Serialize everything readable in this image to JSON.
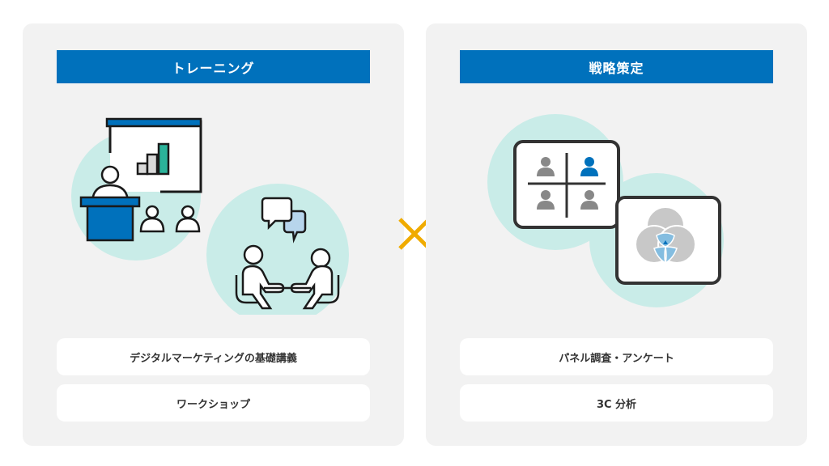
{
  "colors": {
    "panel_bg": "#f2f2f2",
    "title_bar": "#0071bc",
    "accent_circle": "#c9ece8",
    "multiply_sign": "#f0ab00",
    "teal_bar": "#2bb39a",
    "light_blue": "#84bde0"
  },
  "left_panel": {
    "title": "トレーニング",
    "illustrations": [
      "presentation-lecture-icon",
      "meeting-discussion-icon"
    ],
    "items": [
      {
        "label": "デジタルマーケティングの基礎講義"
      },
      {
        "label": "ワークショップ"
      }
    ]
  },
  "connector": {
    "symbol": "×",
    "meaning": "multiply-sign"
  },
  "right_panel": {
    "title": "戦略策定",
    "illustrations": [
      "panel-survey-grid-icon",
      "venn-3c-analysis-icon"
    ],
    "items": [
      {
        "label": "パネル調査・アンケート"
      },
      {
        "label": "3C 分析"
      }
    ]
  }
}
